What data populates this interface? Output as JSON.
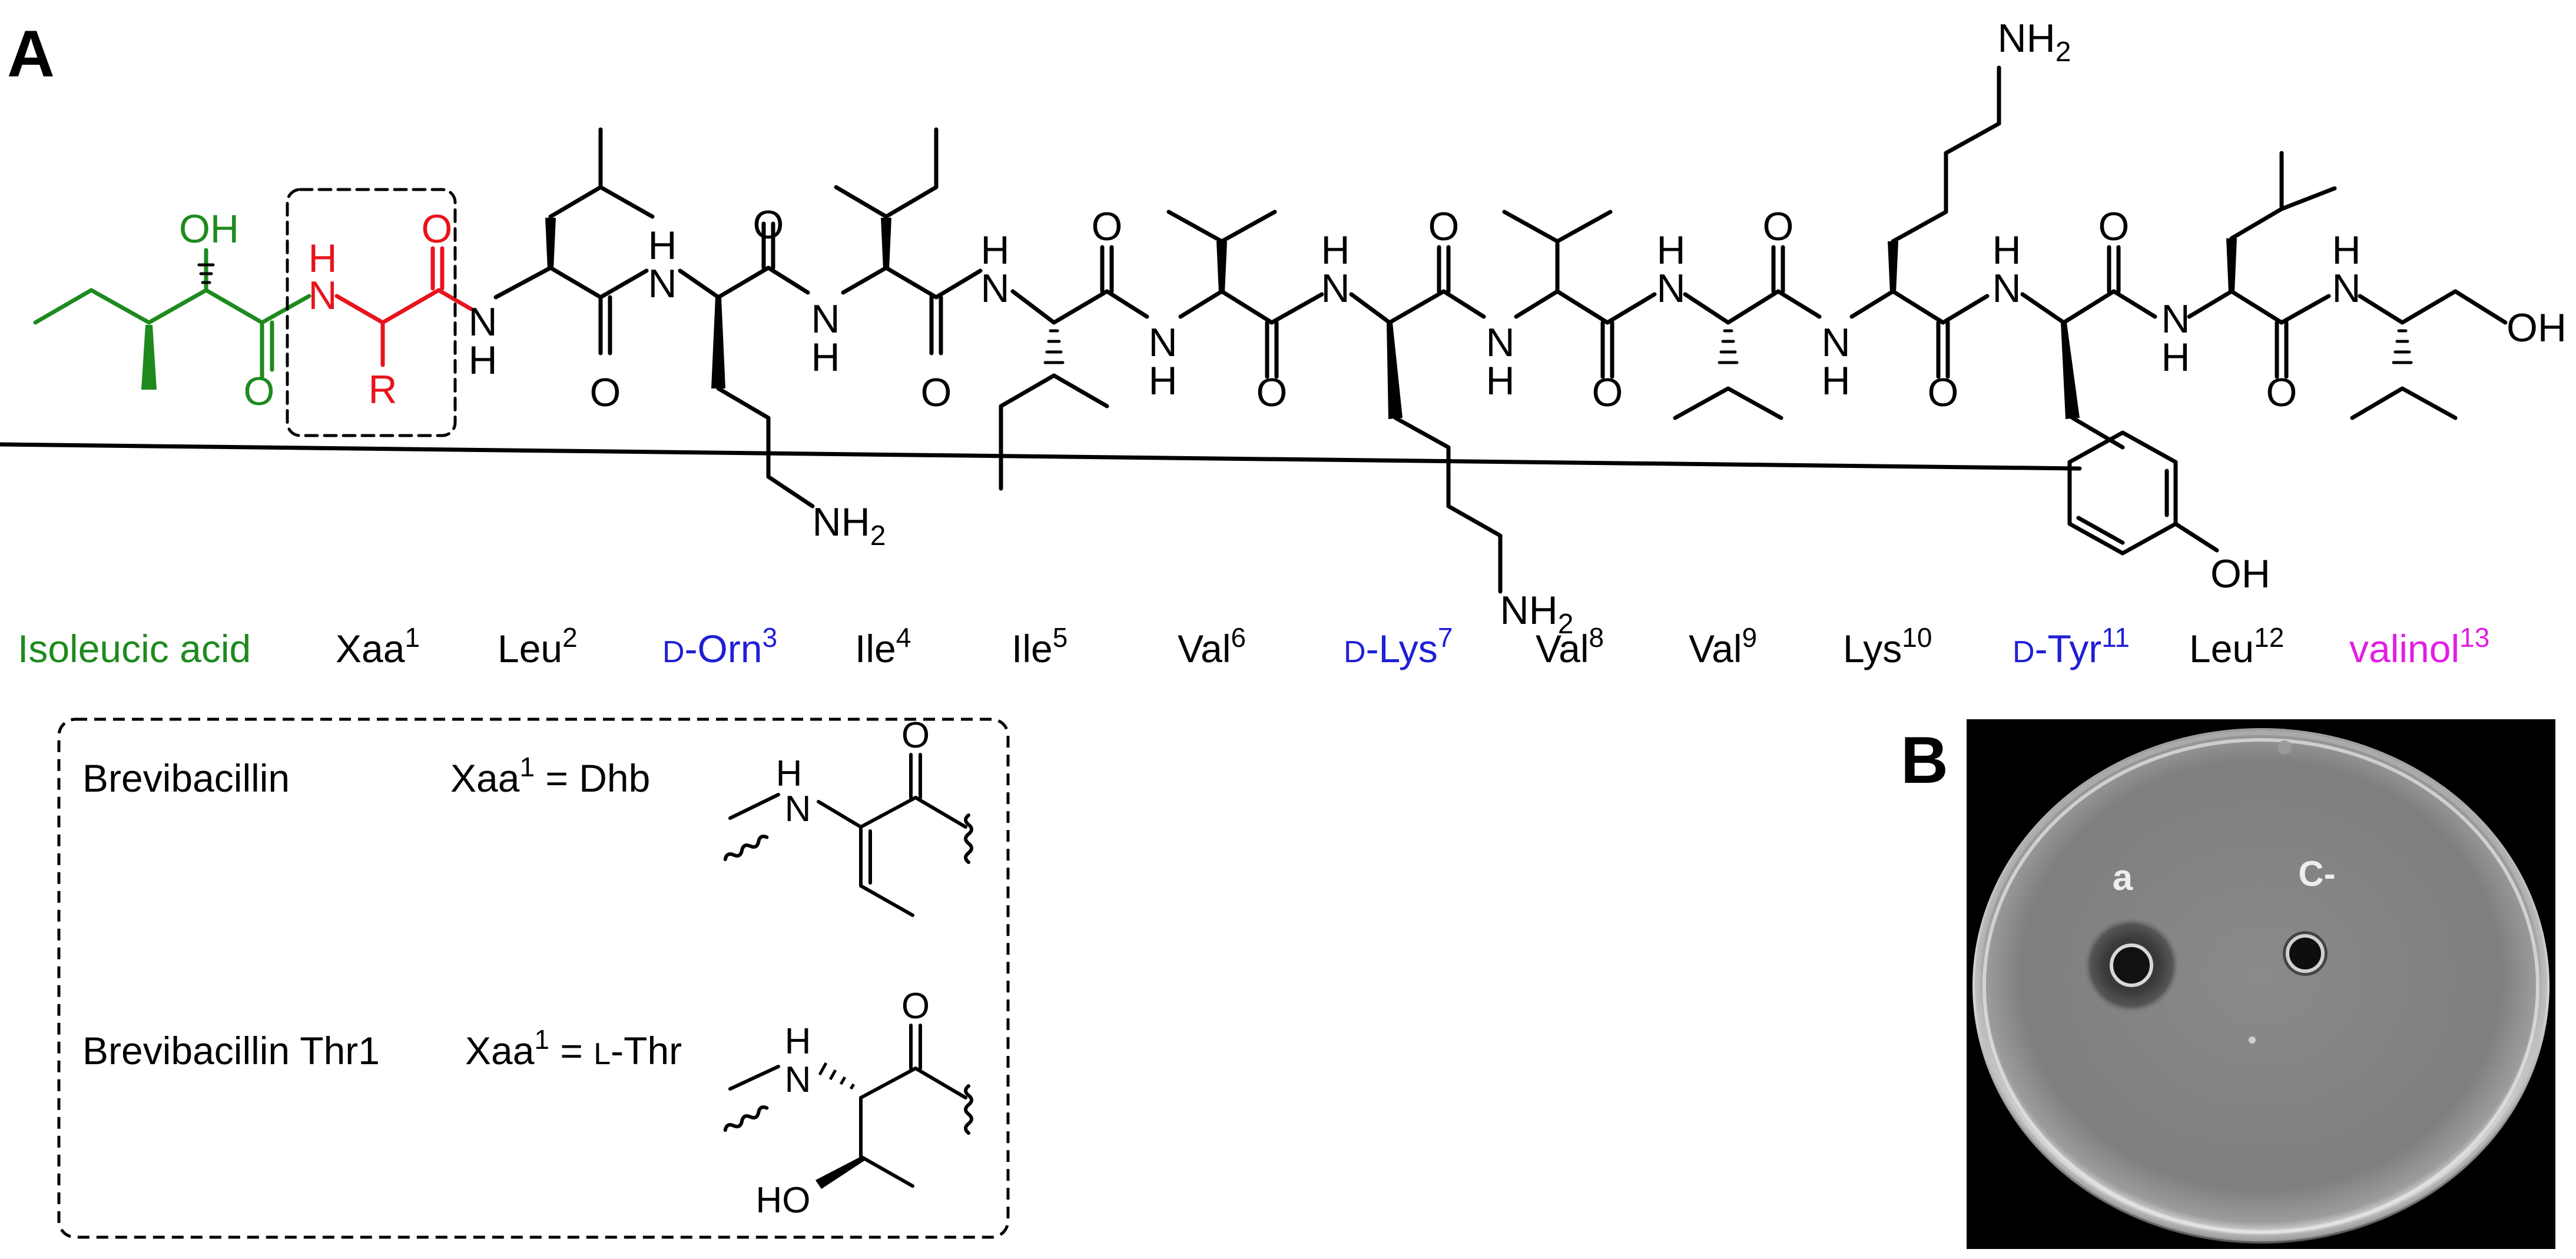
{
  "panels": {
    "a_label": "A",
    "b_label": "B"
  },
  "atoms": {
    "oh": "OH",
    "o": "O",
    "h": "H",
    "n": "N",
    "r": "R",
    "nh": "NH",
    "nh_sub": "2",
    "ho": "HO"
  },
  "residues": [
    {
      "name": "Isoleucic acid",
      "sup": "",
      "prefix": "",
      "color": "#1e8a1e"
    },
    {
      "name": "Xaa",
      "sup": "1",
      "prefix": "",
      "color": "#000000"
    },
    {
      "name": "Leu",
      "sup": "2",
      "prefix": "",
      "color": "#000000"
    },
    {
      "name": "-Orn",
      "sup": "3",
      "prefix": "D",
      "color": "#1f1fd6"
    },
    {
      "name": "Ile",
      "sup": "4",
      "prefix": "",
      "color": "#000000"
    },
    {
      "name": "Ile",
      "sup": "5",
      "prefix": "",
      "color": "#000000"
    },
    {
      "name": "Val",
      "sup": "6",
      "prefix": "",
      "color": "#000000"
    },
    {
      "name": "-Lys",
      "sup": "7",
      "prefix": "D",
      "color": "#1f1fd6"
    },
    {
      "name": "Val",
      "sup": "8",
      "prefix": "",
      "color": "#000000"
    },
    {
      "name": "Val",
      "sup": "9",
      "prefix": "",
      "color": "#000000"
    },
    {
      "name": "Lys",
      "sup": "10",
      "prefix": "",
      "color": "#000000"
    },
    {
      "name": "-Tyr",
      "sup": "11",
      "prefix": "D",
      "color": "#1f1fd6"
    },
    {
      "name": "Leu",
      "sup": "12",
      "prefix": "",
      "color": "#000000"
    },
    {
      "name": "valinol",
      "sup": "13",
      "prefix": "",
      "color": "#e21ee2"
    }
  ],
  "variants": {
    "row1_name": "Brevibacillin",
    "row1_xaa": "Xaa",
    "row1_sup": "1",
    "row1_eq": " = Dhb",
    "row2_name": "Brevibacillin Thr1",
    "row2_xaa": "Xaa",
    "row2_sup": "1",
    "row2_eq": " = ",
    "row2_prefix": "L",
    "row2_rest": "-Thr"
  },
  "plate": {
    "label_a": "a",
    "label_c": "C-"
  },
  "colors": {
    "isoleucic": "#1e8a1e",
    "xaa": "#e8141c",
    "d_residue": "#1f1fd6",
    "valinol": "#e21ee2",
    "bond": "#000000"
  }
}
